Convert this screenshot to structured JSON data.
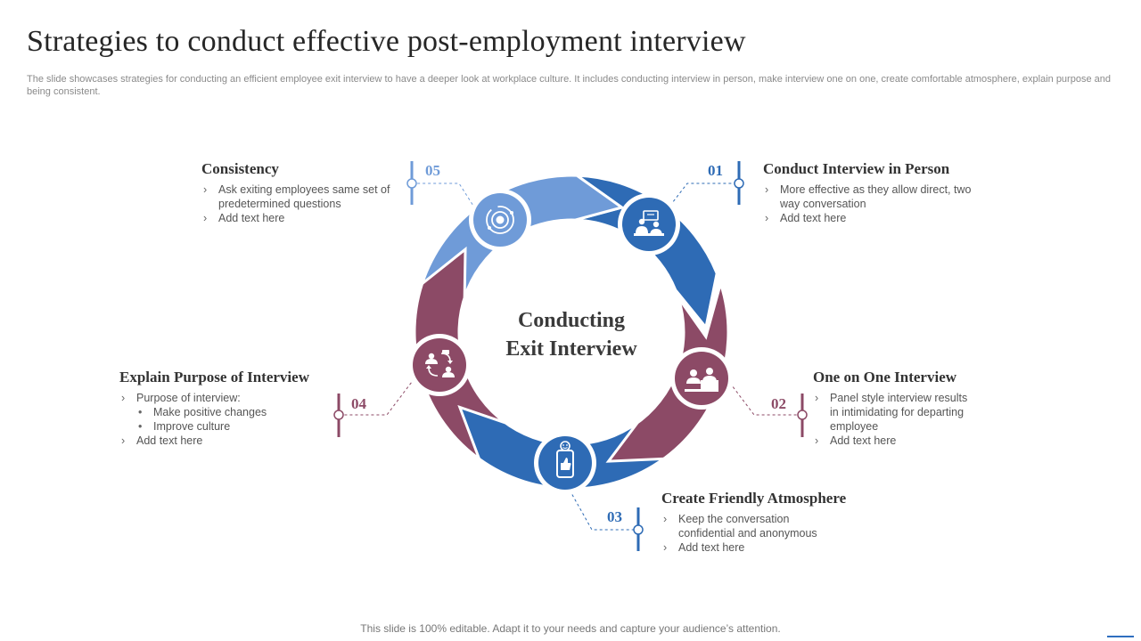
{
  "header": {
    "title": "Strategies to conduct effective post-employment interview",
    "subtitle": "The slide showcases strategies for conducting an efficient employee exit interview to have a deeper look at workplace culture. It includes conducting interview in person, make interview one on one, create comfortable atmosphere, explain purpose and being consistent."
  },
  "center": {
    "line1": "Conducting",
    "line2": "Exit Interview"
  },
  "colors": {
    "dark_blue": "#2e6bb5",
    "light_blue": "#6f9bd8",
    "maroon": "#8c4a66"
  },
  "strategies": [
    {
      "number": "01",
      "title": "Conduct Interview in Person",
      "bullets": [
        "More effective as they allow direct, two way conversation",
        "Add text here"
      ],
      "icon": "meeting-presentation-icon"
    },
    {
      "number": "02",
      "title": "One on One Interview",
      "bullets": [
        "Panel style interview results in intimidating for departing employee",
        "Add text here"
      ],
      "icon": "interview-desk-icon"
    },
    {
      "number": "03",
      "title": "Create Friendly Atmosphere",
      "bullets": [
        "Keep the conversation confidential and anonymous",
        "Add text here"
      ],
      "icon": "smartphone-thumbs-up-icon"
    },
    {
      "number": "04",
      "title": "Explain Purpose of Interview",
      "bullets": [
        "Purpose of interview:",
        "Make positive changes",
        "Improve culture",
        "Add text here"
      ],
      "icon": "people-exchange-icon"
    },
    {
      "number": "05",
      "title": "Consistency",
      "bullets": [
        "Ask exiting employees same set of predetermined questions",
        "Add text here"
      ],
      "icon": "orbit-target-icon"
    }
  ],
  "footer": {
    "text": "This slide is 100% editable. Adapt it to your needs and capture your audience’s attention."
  }
}
